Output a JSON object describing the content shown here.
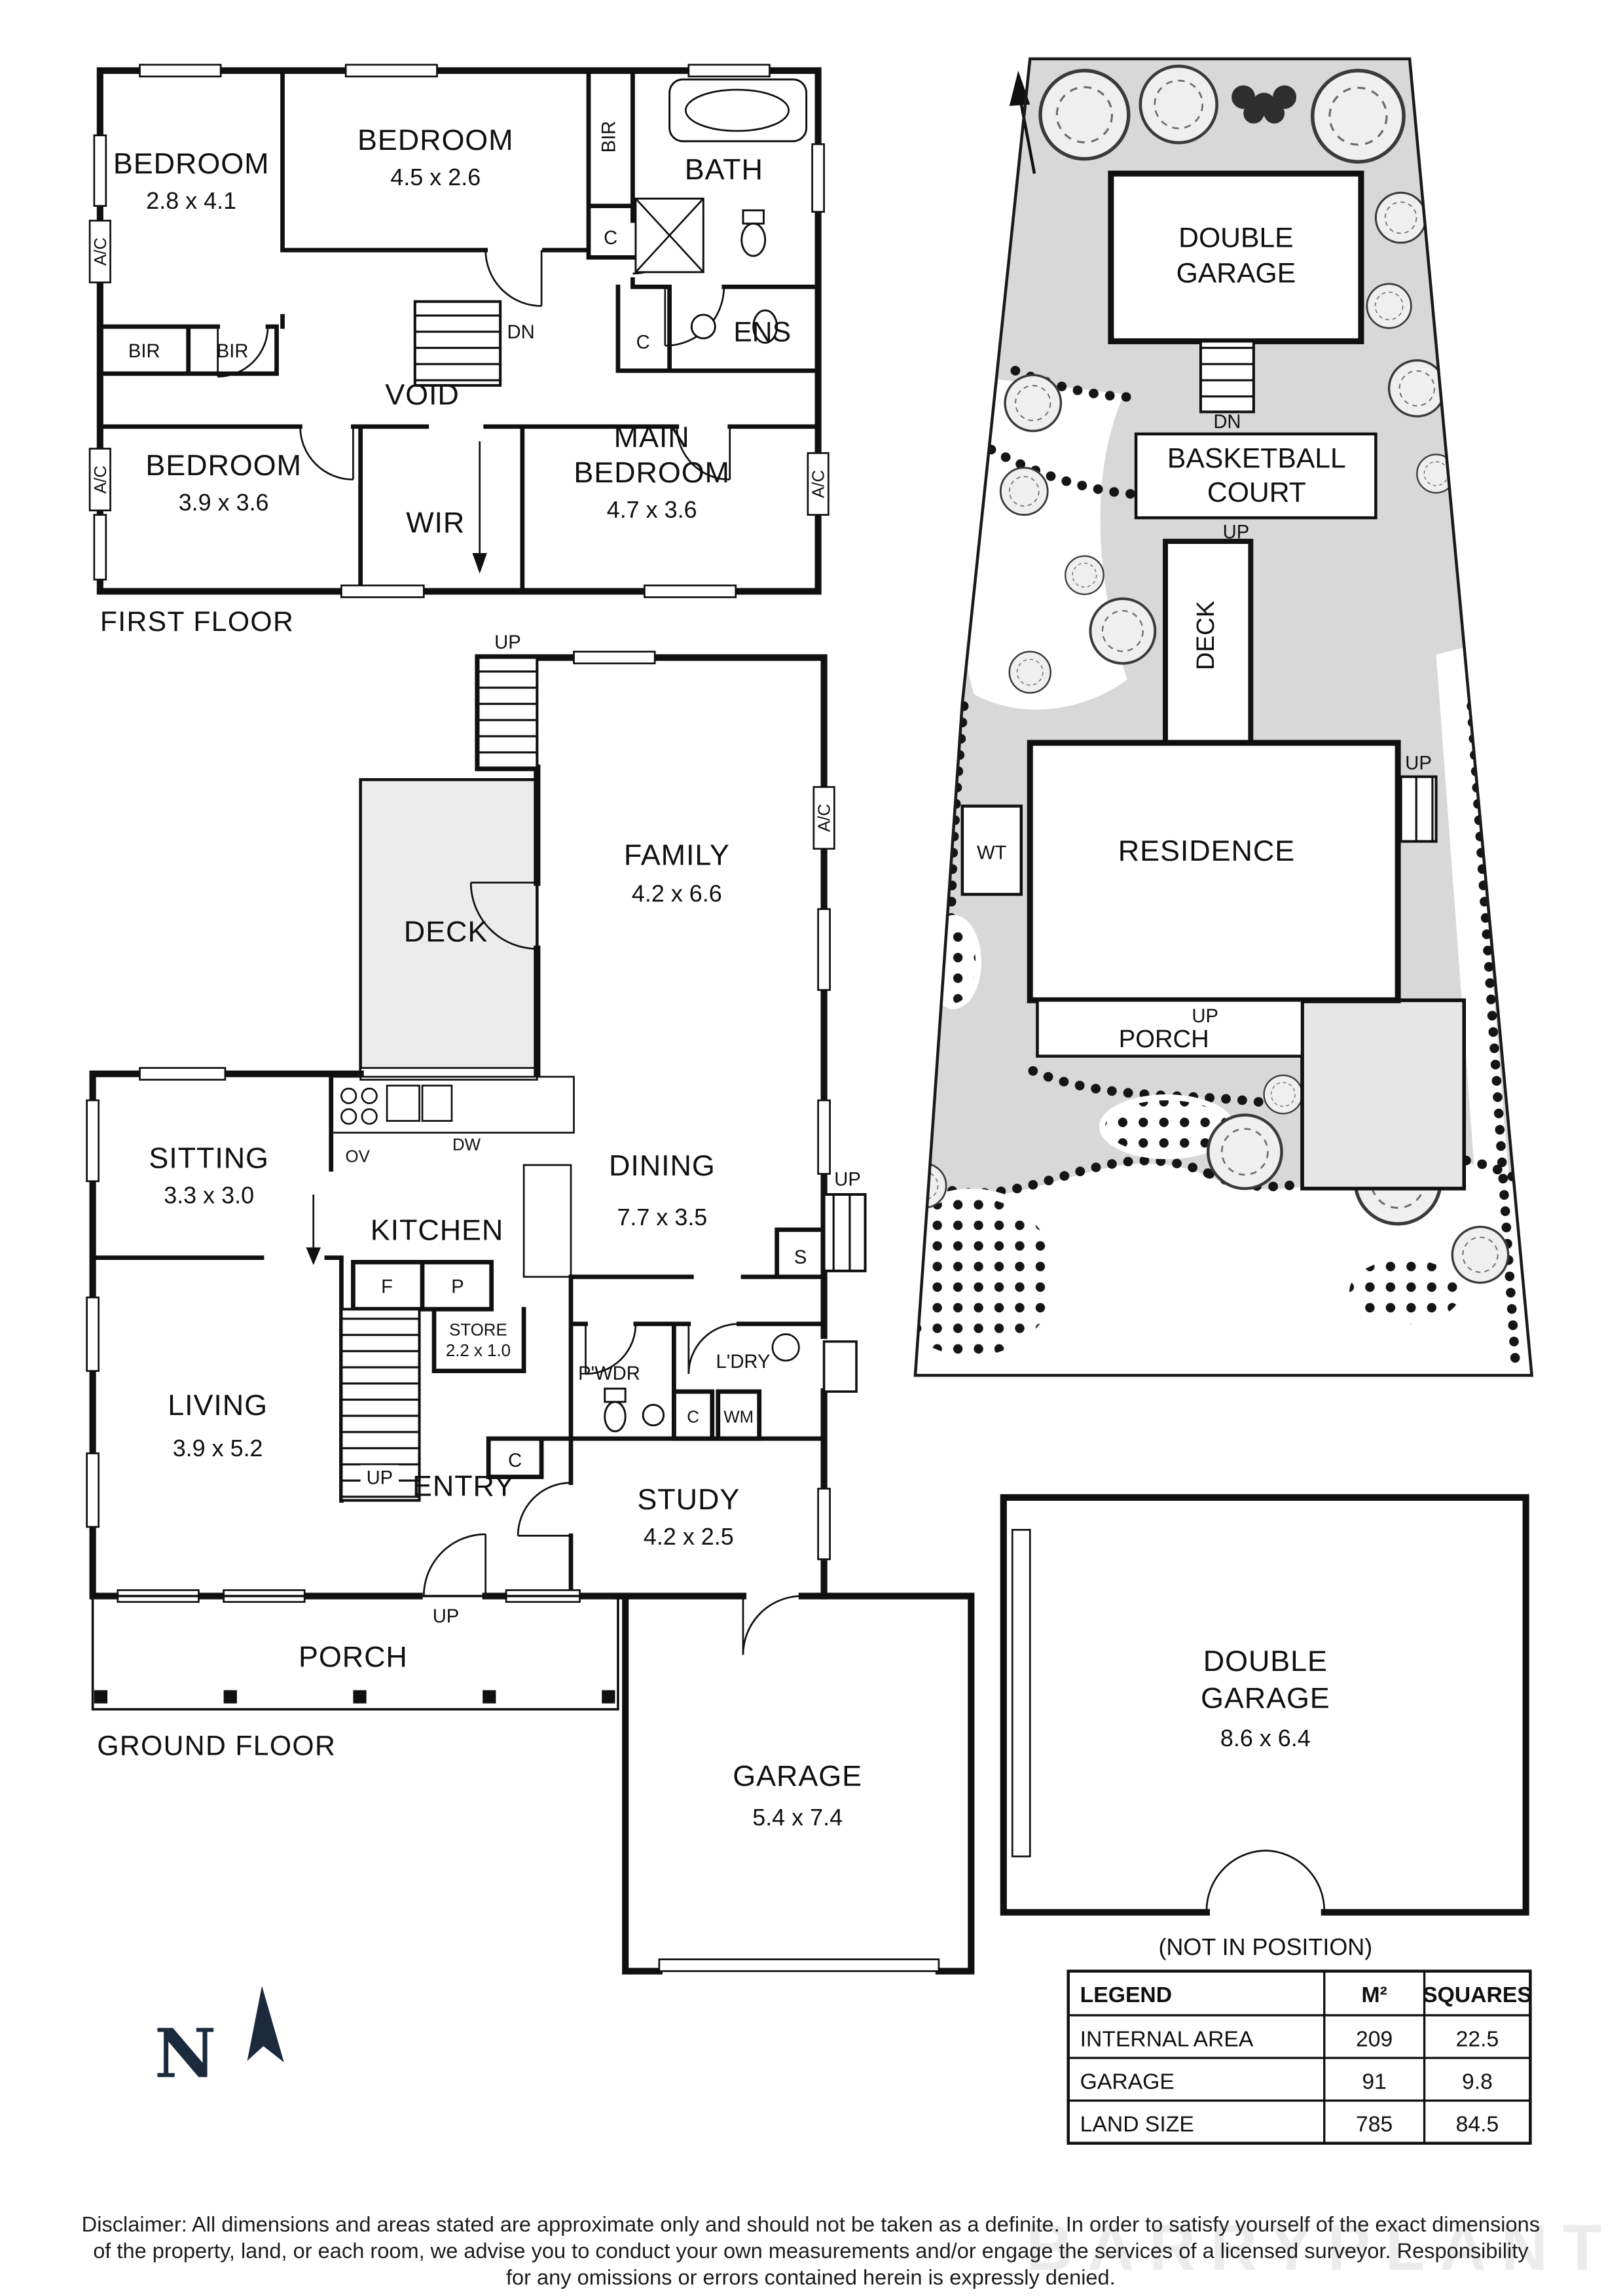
{
  "glossary": {
    "up": "UP",
    "dn": "DN",
    "bir": "BIR",
    "c": "C",
    "ac": "A/C",
    "s": "S",
    "f": "F",
    "p": "P",
    "ov": "OV",
    "dw": "DW",
    "wm": "WM",
    "wt": "WT"
  },
  "first_floor": {
    "caption": "FIRST FLOOR",
    "bedroom_left": {
      "name": "BEDROOM",
      "dims": "2.8 x 4.1"
    },
    "bedroom_top": {
      "name": "BEDROOM",
      "dims": "4.5 x 2.6"
    },
    "bath": "BATH",
    "ens": "ENS",
    "void": "VOID",
    "wir": "WIR",
    "bedroom_lower": {
      "name": "BEDROOM",
      "dims": "3.9 x 3.6"
    },
    "main_bedroom": {
      "name1": "MAIN",
      "name2": "BEDROOM",
      "dims": "4.7 x 3.6"
    }
  },
  "ground_floor": {
    "caption": "GROUND FLOOR",
    "family": {
      "name": "FAMILY",
      "dims": "4.2 x 6.6"
    },
    "deck": "DECK",
    "sitting": {
      "name": "SITTING",
      "dims": "3.3 x 3.0"
    },
    "kitchen": "KITCHEN",
    "dining": {
      "name": "DINING",
      "dims": "7.7 x 3.5"
    },
    "store": {
      "name": "STORE",
      "dims": "2.2 x 1.0"
    },
    "pwdr": "P'WDR",
    "ldry": "L'DRY",
    "living": {
      "name": "LIVING",
      "dims": "3.9 x 5.2"
    },
    "entry": "ENTRY",
    "study": {
      "name": "STUDY",
      "dims": "4.2 x 2.5"
    },
    "porch": "PORCH",
    "garage": {
      "name": "GARAGE",
      "dims": "5.4 x 7.4"
    }
  },
  "site_plan": {
    "double_garage": {
      "name1": "DOUBLE",
      "name2": "GARAGE"
    },
    "basketball": {
      "name1": "BASKETBALL",
      "name2": "COURT"
    },
    "deck": "DECK",
    "residence": "RESIDENCE",
    "porch": "PORCH",
    "wt": "WT"
  },
  "detached_garage": {
    "name1": "DOUBLE",
    "name2": "GARAGE",
    "dims": "8.6 x 6.4",
    "note": "(NOT IN POSITION)"
  },
  "legend": {
    "headers": [
      "LEGEND",
      "M²",
      "SQUARES"
    ],
    "rows": [
      [
        "INTERNAL AREA",
        "209",
        "22.5"
      ],
      [
        "GARAGE",
        "91",
        "9.8"
      ],
      [
        "LAND SIZE",
        "785",
        "84.5"
      ]
    ]
  },
  "compass": {
    "label": "N"
  },
  "watermark": "BARRYPLANT",
  "disclaimer": {
    "line1": "Disclaimer: All dimensions and areas stated are approximate only and should not be taken as a definite. In order to satisfy yourself of the exact dimensions",
    "line2": "of the property, land, or each room, we advise you to conduct your own measurements and/or engage the services of a licensed surveyor. Responsibility",
    "line3": "for any omissions or errors contained herein is expressly denied."
  }
}
